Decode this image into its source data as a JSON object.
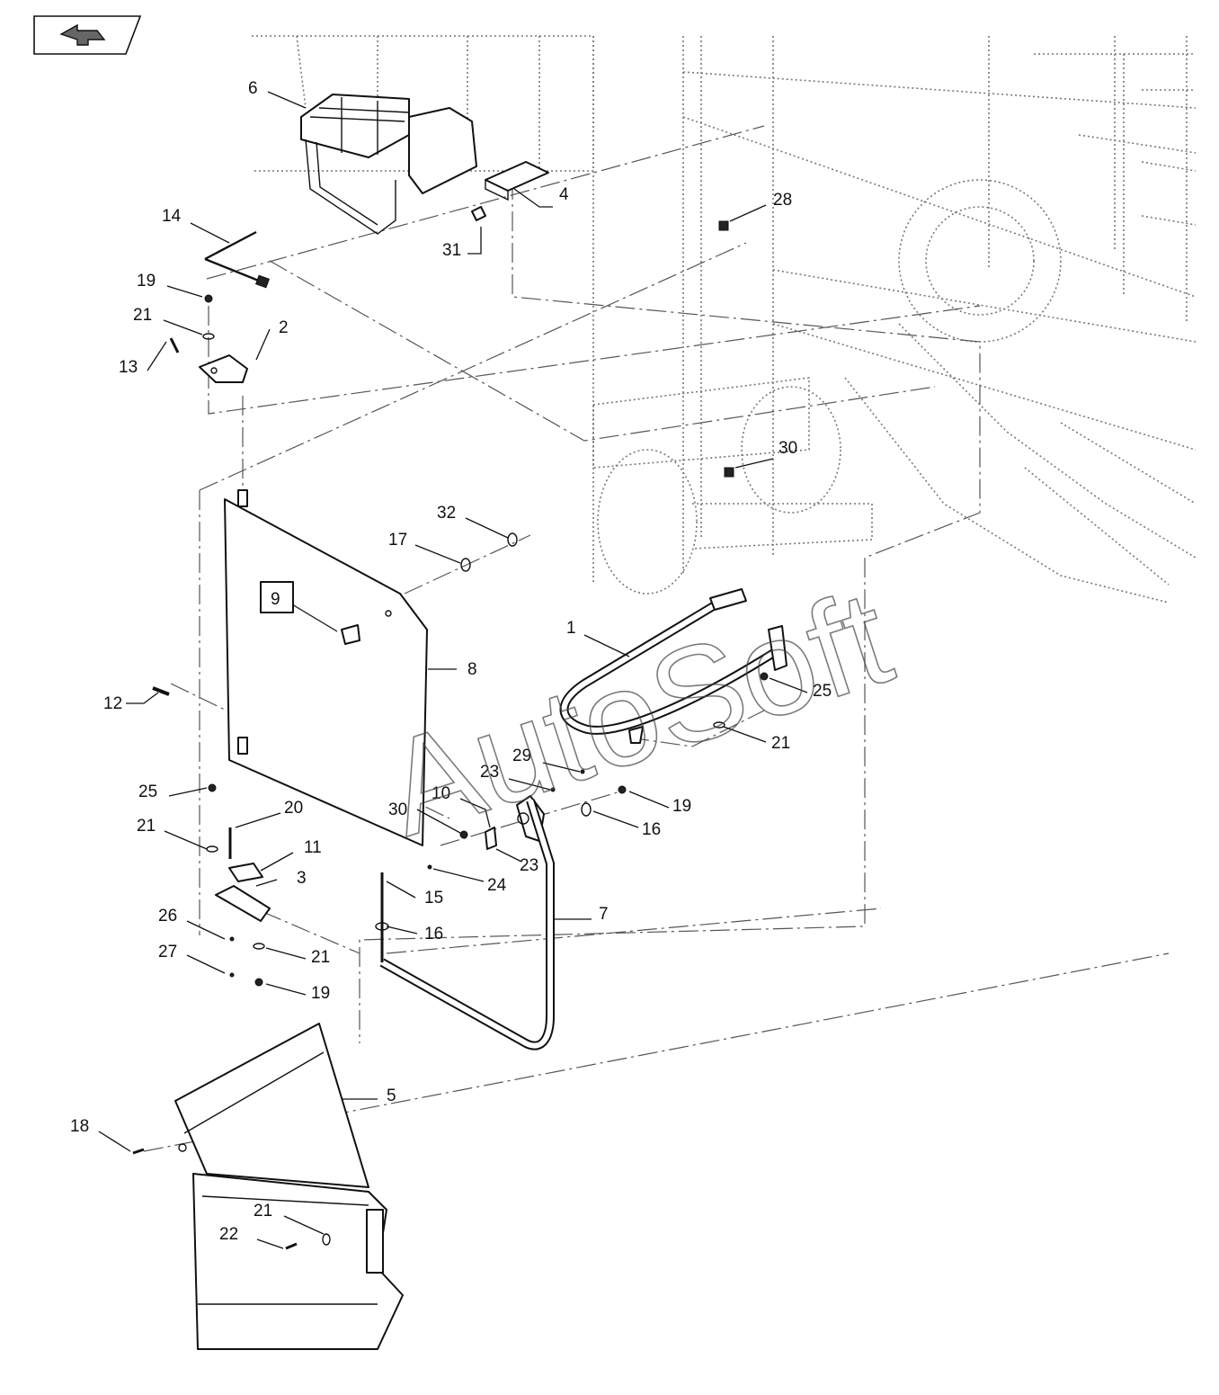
{
  "nav": {
    "icon": "return-arrow-icon"
  },
  "watermark": "AutoSoft",
  "callouts": [
    {
      "id": "c6",
      "label": "6"
    },
    {
      "id": "c4",
      "label": "4"
    },
    {
      "id": "c14",
      "label": "14"
    },
    {
      "id": "c31",
      "label": "31"
    },
    {
      "id": "c19a",
      "label": "19"
    },
    {
      "id": "c21a",
      "label": "21"
    },
    {
      "id": "c2",
      "label": "2"
    },
    {
      "id": "c13",
      "label": "13"
    },
    {
      "id": "c28",
      "label": "28"
    },
    {
      "id": "c30a",
      "label": "30"
    },
    {
      "id": "c32",
      "label": "32"
    },
    {
      "id": "c17",
      "label": "17"
    },
    {
      "id": "c9",
      "label": "9"
    },
    {
      "id": "c8",
      "label": "8"
    },
    {
      "id": "c1",
      "label": "1"
    },
    {
      "id": "c25a",
      "label": "25"
    },
    {
      "id": "c21b",
      "label": "21"
    },
    {
      "id": "c12",
      "label": "12"
    },
    {
      "id": "c29",
      "label": "29"
    },
    {
      "id": "c23a",
      "label": "23"
    },
    {
      "id": "c10",
      "label": "10"
    },
    {
      "id": "c19b",
      "label": "19"
    },
    {
      "id": "c30b",
      "label": "30"
    },
    {
      "id": "c16a",
      "label": "16"
    },
    {
      "id": "c23b",
      "label": "23"
    },
    {
      "id": "c25b",
      "label": "25"
    },
    {
      "id": "c20",
      "label": "20"
    },
    {
      "id": "c21c",
      "label": "21"
    },
    {
      "id": "c11",
      "label": "11"
    },
    {
      "id": "c3",
      "label": "3"
    },
    {
      "id": "c24",
      "label": "24"
    },
    {
      "id": "c15",
      "label": "15"
    },
    {
      "id": "c16b",
      "label": "16"
    },
    {
      "id": "c7",
      "label": "7"
    },
    {
      "id": "c26",
      "label": "26"
    },
    {
      "id": "c21d",
      "label": "21"
    },
    {
      "id": "c27",
      "label": "27"
    },
    {
      "id": "c19c",
      "label": "19"
    },
    {
      "id": "c5",
      "label": "5"
    },
    {
      "id": "c18",
      "label": "18"
    },
    {
      "id": "c21e",
      "label": "21"
    },
    {
      "id": "c22",
      "label": "22"
    }
  ]
}
